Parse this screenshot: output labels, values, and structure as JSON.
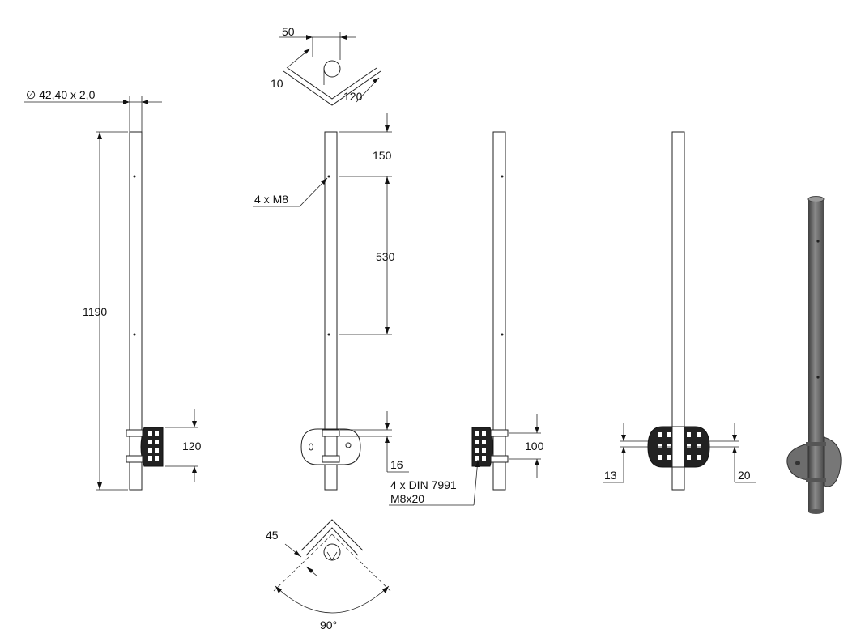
{
  "dimensions": {
    "pipe_section": "∅ 42,40 x 2,0",
    "total_height": "1190",
    "bracket_height": "120",
    "top_offset": "150",
    "hole_spacing": "530",
    "holes": "4 x M8",
    "bracket_offset": "16",
    "bracket_bolt_spacing": "100",
    "bolts_line1": "4 x DIN 7991",
    "bolts_line2": "M8x20",
    "side_offset_13": "13",
    "side_offset_20": "20",
    "top_view_width": "50",
    "top_view_thickness": "10",
    "top_view_leg": "120",
    "bottom_view_offset": "45",
    "bottom_view_angle": "90°"
  },
  "colors": {
    "line": "#222222",
    "bracket_fill": "#222222",
    "render_pipe": "#6b6b6b"
  }
}
